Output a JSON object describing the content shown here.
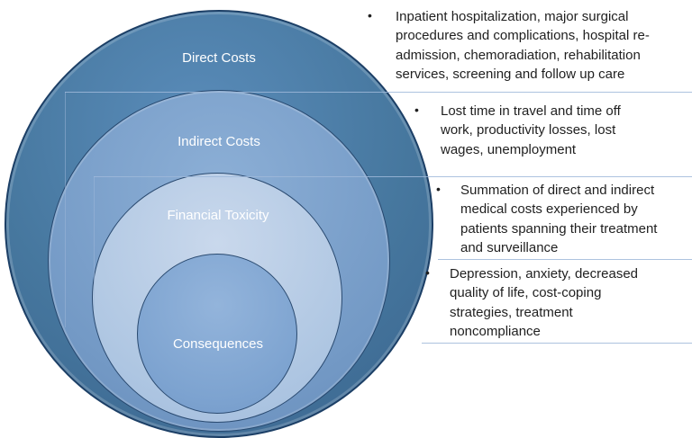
{
  "figure": {
    "rings": [
      {
        "label": "Direct Costs"
      },
      {
        "label": "Indirect Costs"
      },
      {
        "label": "Financial Toxicity"
      },
      {
        "label": "Consequences"
      }
    ],
    "colors": {
      "ring_direct_costs": "#46779e",
      "ring_indirect_costs": "#7399c5",
      "ring_financial_toxicity": "#aec6e2",
      "ring_consequences": "#7da3d0",
      "ring_border": "#1c3f66",
      "callout_line": "#9fb8d9",
      "label_text": "#ffffff",
      "body_text": "#1f1f1f"
    }
  },
  "bullets": [
    {
      "marker": "•",
      "text": "Inpatient hospitalization, major surgical procedures and complications, hospital re-admission, chemoradiation, rehabilitation services, screening and follow up care"
    },
    {
      "marker": "•",
      "text": "Lost time in travel and time off work, productivity losses, lost wages, unemployment"
    },
    {
      "marker": "•",
      "text": "Summation of direct and indirect medical costs experienced by patients spanning their treatment and surveillance"
    },
    {
      "marker": "•",
      "text": "Depression, anxiety, decreased quality of life, cost-coping strategies, treatment noncompliance"
    }
  ]
}
